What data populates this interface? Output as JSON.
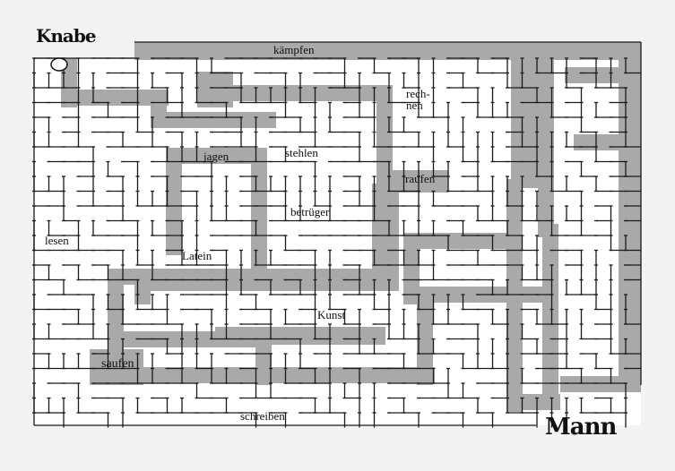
{
  "title": {
    "start": "Knabe",
    "end": "Mann"
  },
  "labels": {
    "kaempfen": "kämpfen",
    "rechnen_1": "rech-",
    "rechnen_2": "nen",
    "jagen": "jagen",
    "stehlen": "stehlen",
    "raufen": "raufen",
    "betrueger": "betrüger",
    "lesen": "lesen",
    "latein": "Latein",
    "kunst": "Kunst",
    "saufen": "saufen",
    "schreiben": "schreiben"
  },
  "colors": {
    "wall": "#1a1a1a",
    "path": "#a9a9a9",
    "floor": "#ffffff"
  }
}
